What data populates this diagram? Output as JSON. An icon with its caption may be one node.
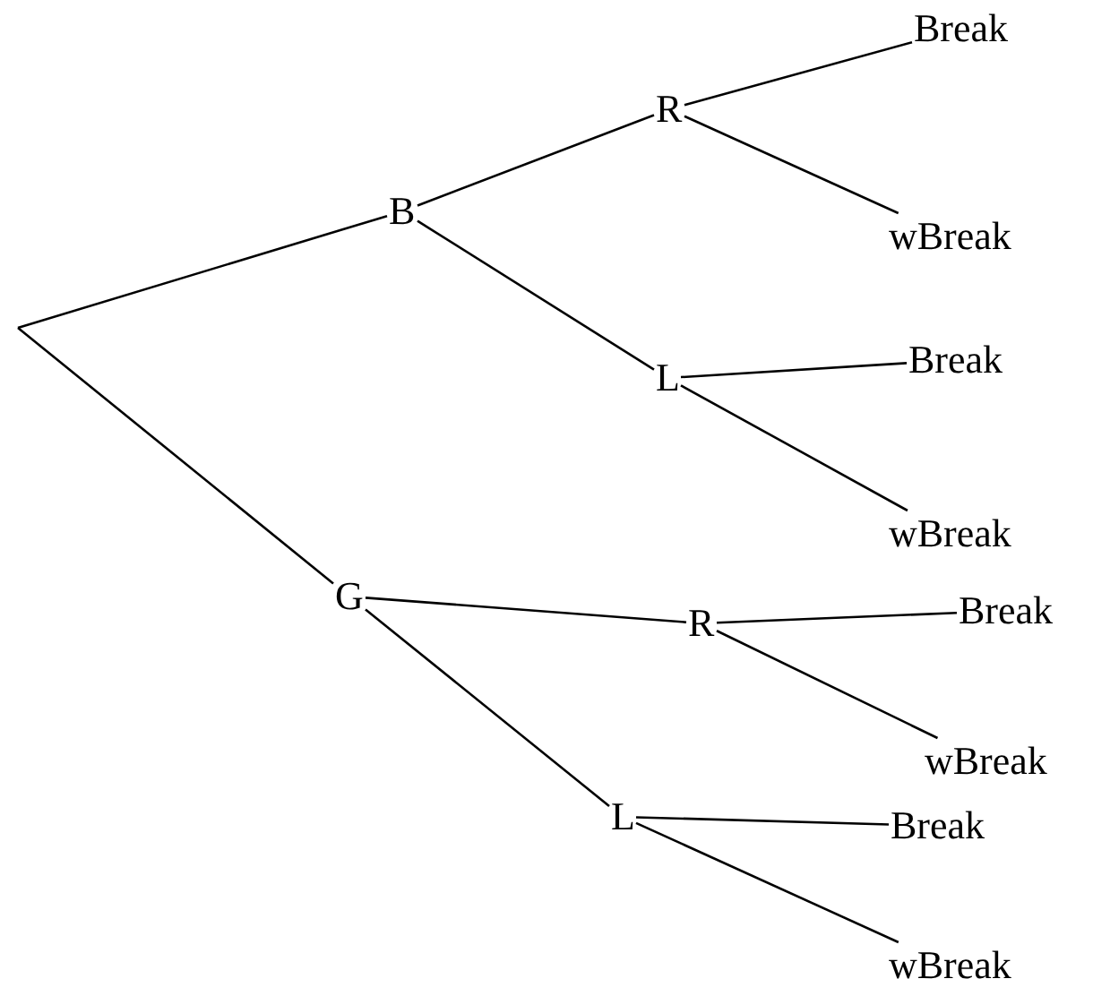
{
  "diagram": {
    "nodes": [
      {
        "text": [
          "B"
        ]
      },
      {
        "text": [
          "R"
        ]
      },
      {
        "text": [
          "Break"
        ]
      },
      {
        "text": [
          "wBreak"
        ]
      },
      {
        "text": [
          "L"
        ]
      },
      {
        "text": [
          "Break"
        ]
      },
      {
        "text": [
          "wBreak"
        ]
      },
      {
        "text": [
          "G"
        ]
      },
      {
        "text": [
          "R"
        ]
      },
      {
        "text": [
          "Break"
        ]
      },
      {
        "text": [
          "wBreak"
        ]
      },
      {
        "text": [
          "L"
        ]
      },
      {
        "text": [
          "Break"
        ]
      },
      {
        "text": [
          "wBreak"
        ]
      }
    ],
    "edges": [
      {
        "from": null,
        "to": 0,
        "arrow": "none"
      },
      {
        "from": null,
        "to": 7,
        "arrow": "none"
      },
      {
        "from": 0,
        "to": 1,
        "arrow": "none"
      },
      {
        "from": 1,
        "to": 2,
        "arrow": "none"
      },
      {
        "from": 1,
        "to": 3,
        "arrow": "none"
      },
      {
        "from": 0,
        "to": 4,
        "arrow": "none"
      },
      {
        "from": 4,
        "to": 5,
        "arrow": "none"
      },
      {
        "from": 4,
        "to": 6,
        "arrow": "none"
      },
      {
        "from": 7,
        "to": 8,
        "arrow": "none"
      },
      {
        "from": 8,
        "to": 9,
        "arrow": "none"
      },
      {
        "from": 8,
        "to": 10,
        "arrow": "none"
      },
      {
        "from": 7,
        "to": 11,
        "arrow": "none"
      },
      {
        "from": 11,
        "to": 12,
        "arrow": "none"
      },
      {
        "from": 11,
        "to": 13,
        "arrow": "none"
      }
    ]
  }
}
